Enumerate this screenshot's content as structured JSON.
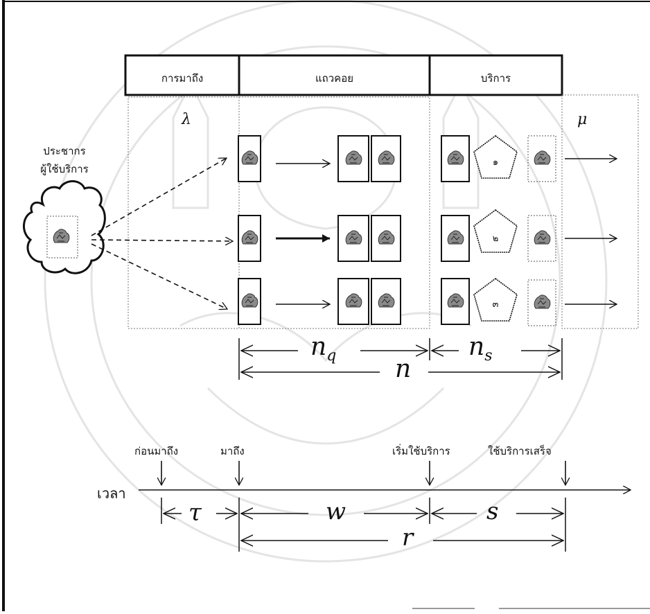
{
  "header": {
    "arrival": "การมาถึง",
    "queue": "แถวคอย",
    "service": "บริการ"
  },
  "population": {
    "line1": "ประชากร",
    "line2": "ผู้ใช้บริการ"
  },
  "symbols": {
    "lambda": "λ",
    "mu": "μ",
    "n_q_base": "n",
    "n_q_sub": "q",
    "n_s_base": "n",
    "n_s_sub": "s",
    "n": "n",
    "tau": "τ",
    "w": "w",
    "s": "s",
    "r": "r"
  },
  "servers": [
    "๑",
    "๒",
    "๓"
  ],
  "timeline": {
    "axis_label": "เวลา",
    "before_arrival": "ก่อนมาถึง",
    "arrival": "มาถึง",
    "start_service": "เริ่มใช้บริการ",
    "service_done": "ใช้บริการเสร็จ"
  },
  "colors": {
    "ink": "#111111",
    "dotted": "#777777",
    "watermark": "#e4e4e4",
    "customer": "#8a8a8a"
  },
  "icons": {
    "customer": "customer-icon",
    "server": "server-pentagon-icon",
    "population": "population-cloud-icon",
    "watermark": "university-seal-watermark"
  }
}
